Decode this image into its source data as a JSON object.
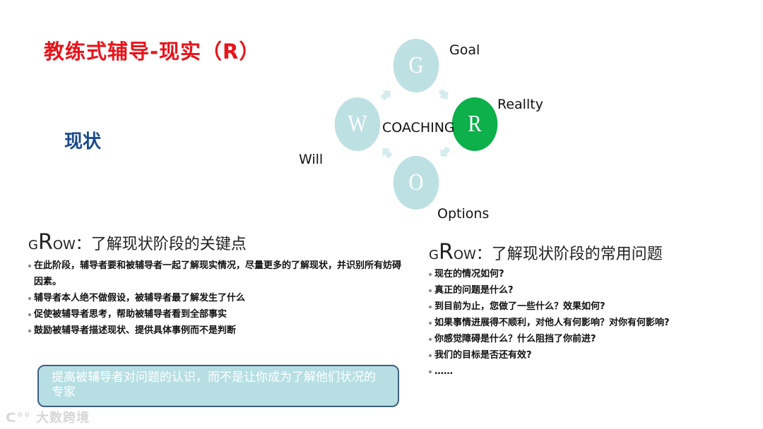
{
  "slide": {
    "title": "教练式辅导-现实（R）",
    "subtitle": "现状"
  },
  "diagram": {
    "center_label": "COACHING",
    "nodes": [
      {
        "letter": "G",
        "label": "Goal",
        "active": false
      },
      {
        "letter": "R",
        "label": "Reallty",
        "active": true
      },
      {
        "letter": "O",
        "label": "Options",
        "active": false
      },
      {
        "letter": "W",
        "label": "Will",
        "active": false
      }
    ],
    "colors": {
      "inactive": "#bde0e3",
      "active": "#0db04b",
      "arrow": "#d5ecee"
    }
  },
  "left_section": {
    "title_prefix_g": "G",
    "title_prefix_r": "R",
    "title_prefix_ow": "OW",
    "title_text": "：了解现状阶段的关键点",
    "bullets": [
      "在此阶段，辅导者要和被辅导者一起了解现实情况，尽量更多的了解现状，并识别所有妨碍因素。",
      "辅导者本人绝不做假设，被辅导者最了解发生了什么",
      "促使被辅导者思考，帮助被辅导者看到全部事实",
      "鼓励被辅导者描述现状、提供具体事例而不是判断"
    ]
  },
  "right_section": {
    "title_prefix_g": "G",
    "title_prefix_r": "R",
    "title_prefix_ow": "OW",
    "title_text": "：了解现状阶段的常用问题",
    "bullets": [
      "现在的情况如何?",
      "真正的问题是什么?",
      "到目前为止，您做了一些什么？效果如何?",
      "如果事情进展得不顺利，对他人有何影响？对你有何影响?",
      "你感觉障碍是什么？什么阻挡了你前进?",
      "我们的目标是否还有效?",
      "……"
    ]
  },
  "callout": {
    "text": "提高被辅导者对问题的认识，而不是让你成为了解他们状况的专家"
  },
  "watermark": {
    "text": "大数跨境"
  }
}
